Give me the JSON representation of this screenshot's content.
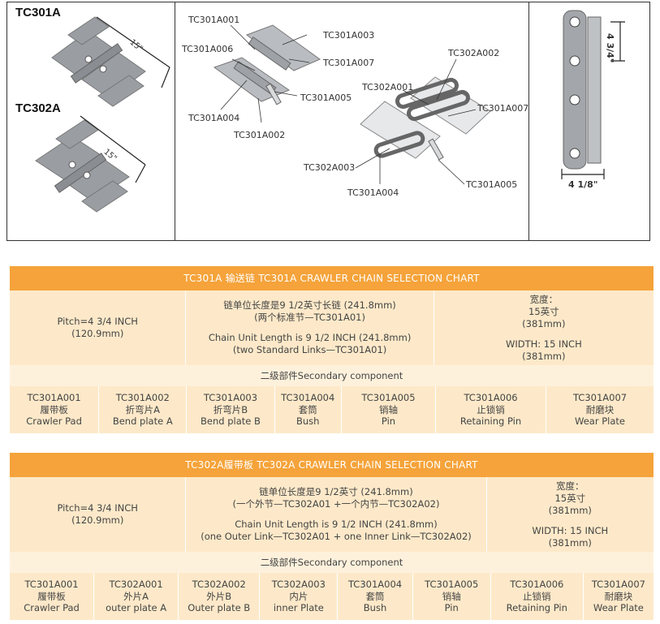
{
  "top": {
    "panel1": {
      "label_a": "TC301A",
      "label_b": "TC302A",
      "dim_a": "15\"",
      "dim_b": "15\""
    },
    "panel2": {
      "callouts": [
        "TC301A001",
        "TC301A006",
        "TC301A003",
        "TC301A007",
        "TC301A005",
        "TC301A004",
        "TC301A002",
        "TC302A002",
        "TC302A001",
        "TC301A007",
        "TC302A003",
        "TC301A004",
        "TC301A005"
      ]
    },
    "panel3": {
      "height_dim": "4 3/4\"",
      "width_dim": "4 1/8\""
    }
  },
  "chart1": {
    "title": "TC301A 输送链 TC301A CRAWLER CHAIN SELECTION CHART",
    "pitch": [
      "Pitch=4 3/4 INCH",
      "(120.9mm)"
    ],
    "unit": [
      "链单位长度是9 1/2英寸长链  (241.8mm)",
      "(两个标准节—TC301A01)",
      "",
      "Chain Unit Length is 9 1/2 INCH  (241.8mm)",
      "(two Standard Links—TC301A01)"
    ],
    "width": [
      "宽度：",
      "15英寸",
      "(381mm)",
      "",
      "WIDTH: 15 INCH",
      "(381mm)"
    ],
    "secondary": "二级部件Secondary component",
    "parts": [
      {
        "code": "TC301A001",
        "cn": "履带板",
        "en": "Crawler Pad"
      },
      {
        "code": "TC301A002",
        "cn": "折弯片A",
        "en": "Bend plate A"
      },
      {
        "code": "TC301A003",
        "cn": "折弯片B",
        "en": "Bend plate B"
      },
      {
        "code": "TC301A004",
        "cn": "套筒",
        "en": "Bush"
      },
      {
        "code": "TC301A005",
        "cn": "销轴",
        "en": "Pin"
      },
      {
        "code": "TC301A006",
        "cn": "止锁销",
        "en": "Retaining Pin"
      },
      {
        "code": "TC301A007",
        "cn": "耐磨块",
        "en": "Wear Plate"
      }
    ]
  },
  "chart2": {
    "title": "TC302A履带板 TC302A CRAWLER CHAIN SELECTION CHART",
    "pitch": [
      "Pitch=4 3/4 INCH",
      "(120.9mm)"
    ],
    "unit": [
      "链单位长度是9 1/2英寸  (241.8mm)",
      "(一个外节—TC302A01 +一个内节—TC302A02)",
      "",
      "Chain Unit Length is 9 1/2 INCH  (241.8mm)",
      "(one Outer Link—TC302A01 + one Inner Link—TC302A02)"
    ],
    "width": [
      "宽度：",
      "15英寸",
      "(381mm)",
      "",
      "WIDTH: 15 INCH",
      "(381mm)"
    ],
    "secondary": "二级部件Secondary component",
    "parts": [
      {
        "code": "TC301A001",
        "cn": "履带板",
        "en": "Crawler Pad"
      },
      {
        "code": "TC302A001",
        "cn": "外片A",
        "en": "outer plate A"
      },
      {
        "code": "TC302A002",
        "cn": "外片B",
        "en": "Outer plate B"
      },
      {
        "code": "TC302A003",
        "cn": "内片",
        "en": "inner Plate"
      },
      {
        "code": "TC301A004",
        "cn": "套筒",
        "en": "Bush"
      },
      {
        "code": "TC301A005",
        "cn": "销轴",
        "en": "Pin"
      },
      {
        "code": "TC301A006",
        "cn": "止锁销",
        "en": "Retaining Pin"
      },
      {
        "code": "TC301A007",
        "cn": "耐磨块",
        "en": "Wear Plate"
      }
    ]
  }
}
